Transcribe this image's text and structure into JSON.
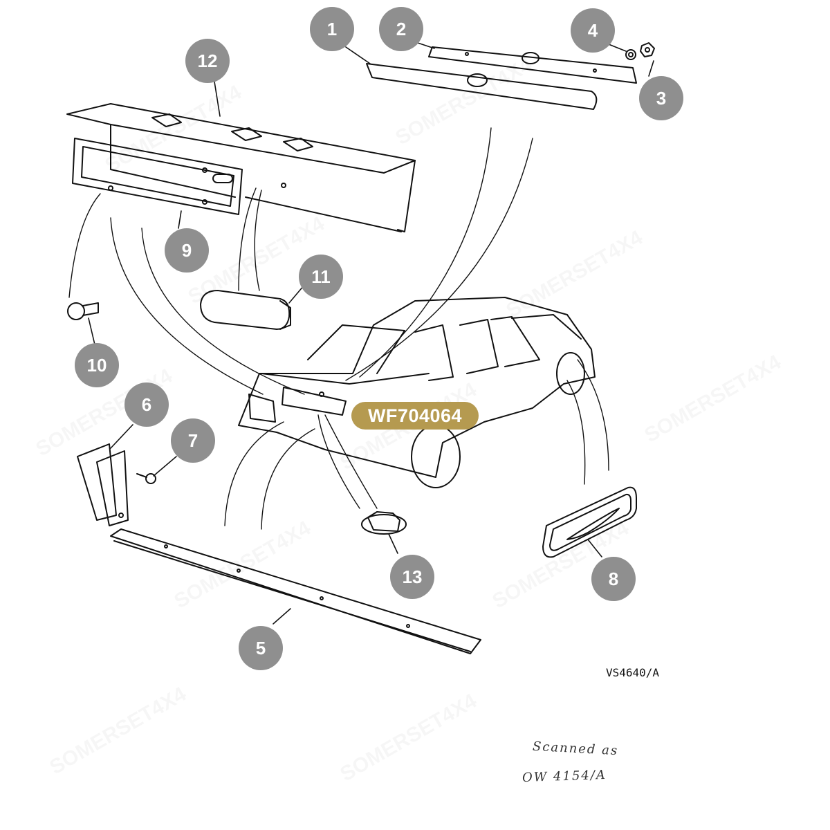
{
  "callouts": [
    {
      "id": "1",
      "label": "1"
    },
    {
      "id": "2",
      "label": "2"
    },
    {
      "id": "3",
      "label": "3"
    },
    {
      "id": "4",
      "label": "4"
    },
    {
      "id": "5",
      "label": "5"
    },
    {
      "id": "6",
      "label": "6"
    },
    {
      "id": "7",
      "label": "7"
    },
    {
      "id": "8",
      "label": "8"
    },
    {
      "id": "9",
      "label": "9"
    },
    {
      "id": "10",
      "label": "10"
    },
    {
      "id": "11",
      "label": "11"
    },
    {
      "id": "12",
      "label": "12"
    },
    {
      "id": "13",
      "label": "13"
    }
  ],
  "reference_label": "WF704064",
  "drawing_number": "VS4640/A",
  "handwritten_note": {
    "line1": "Scanned as",
    "line2": "OW 4154/A"
  },
  "watermark_text": "SOMERSET4X4",
  "colors": {
    "badge": "#8f8f8f",
    "reference_label": "#b59a50",
    "line_art": "#111111"
  }
}
